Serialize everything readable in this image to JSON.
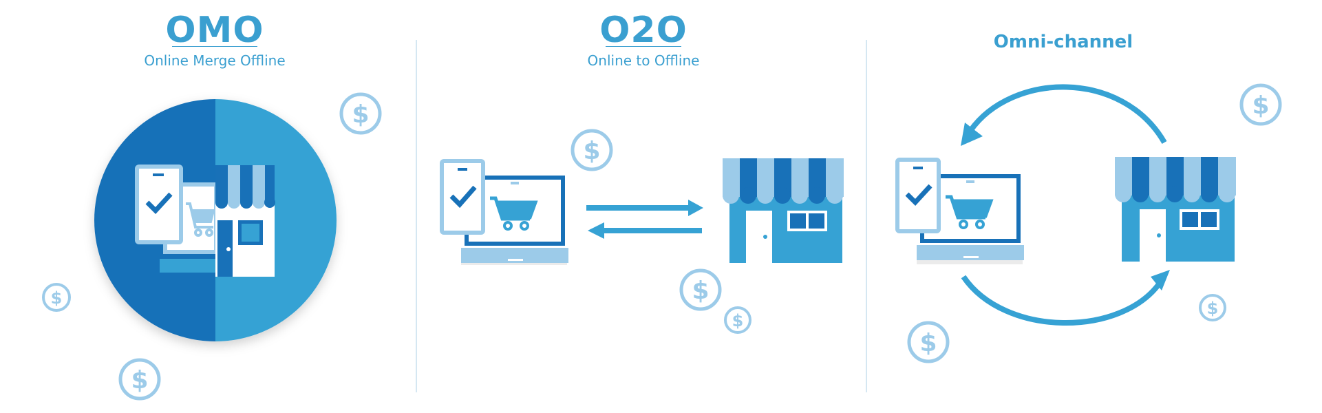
{
  "panels": [
    {
      "title": "OMO",
      "subtitle": "Online Merge Offline"
    },
    {
      "title": "O2O",
      "subtitle": "Online to Offline"
    },
    {
      "title": "Omni-channel",
      "subtitle": ""
    }
  ],
  "dollar_symbol": "$",
  "colors": {
    "dark_blue": "#1871b8",
    "mid_blue": "#36a2d4",
    "light_blue": "#9ccbe9",
    "divider": "#d5e7f2",
    "white": "#ffffff"
  },
  "icons": [
    "smartphone-icon",
    "laptop-icon",
    "shopping-cart-icon",
    "checkmark-icon",
    "storefront-icon",
    "dollar-coin-icon",
    "arrow-right-icon",
    "arrow-left-icon",
    "cycle-arrow-icon"
  ]
}
